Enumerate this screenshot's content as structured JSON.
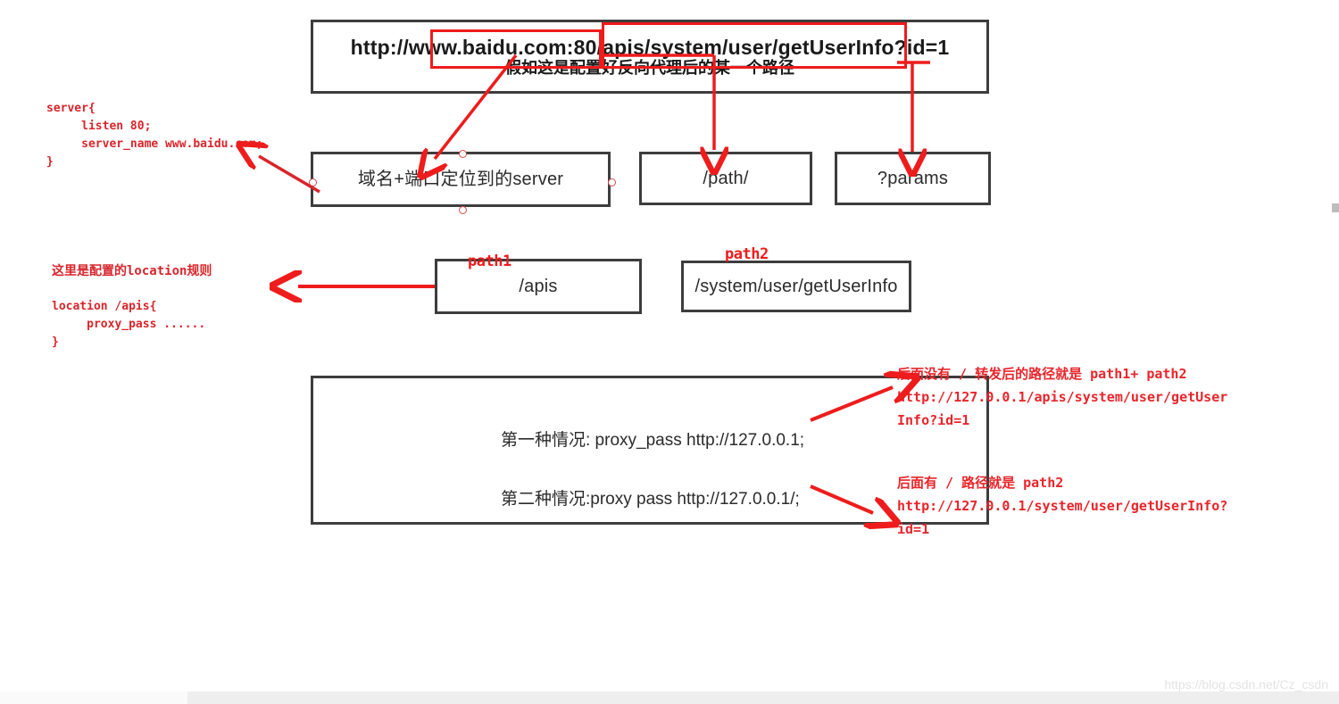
{
  "url_box": {
    "url": "http://www.baidu.com:80/apis/system/user/getUserInfo?id=1",
    "caption": "假如这是配置好反向代理后的某一个路径",
    "highlight_host": "www.baidu.com:80",
    "highlight_path": "/apis/system/user/getUserInfo",
    "highlight_query": "?id=1"
  },
  "parts": {
    "server": "域名+端口定位到的server",
    "path": "/path/",
    "params": "?params"
  },
  "paths": {
    "path1_tag": "path1",
    "path1_value": "/apis",
    "path2_tag": "path2",
    "path2_value": "/system/user/getUserInfo"
  },
  "server_config": {
    "code": "server{\n     listen 80;\n     server_name www.baidu.com;\n}"
  },
  "location_config": {
    "title": "这里是配置的location规则",
    "code": "location /apis{\n     proxy_pass ......\n}"
  },
  "cases": {
    "case1": "第一种情况: proxy_pass http://127.0.0.1;",
    "case2": "第二种情况:proxy pass http://127.0.0.1/;"
  },
  "annotations": {
    "annot1": "后面没有 / 转发后的路径就是 path1+ path2\nhttp://127.0.0.1/apis/system/user/getUser\nInfo?id=1",
    "annot2": "后面有 / 路径就是 path2\nhttp://127.0.0.1/system/user/getUserInfo?\nid=1"
  },
  "watermark": "https://blog.csdn.net/Cz_csdn",
  "colors": {
    "annotation_red": "#e8252b",
    "code_red": "#d8252b",
    "box_border": "#3d3d3d",
    "arrow_red": "#ee1c1c"
  }
}
